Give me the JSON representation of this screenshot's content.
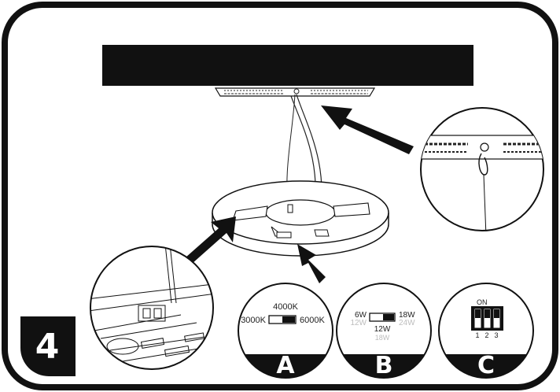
{
  "step": {
    "number": "4"
  },
  "panel_a": {
    "letter": "A",
    "top": "4000K",
    "left": "3000K",
    "right": "6000K",
    "colors": {
      "active": "#222222",
      "muted": "#bdbdbd"
    }
  },
  "panel_b": {
    "letter": "B",
    "left_top": "6W",
    "left_bottom": "12W",
    "right_top": "18W",
    "right_bottom": "24W",
    "center_bottom": "12W",
    "center_faded": "18W"
  },
  "panel_c": {
    "letter": "C",
    "on_label": "ON",
    "switch_numbers": [
      "1",
      "2",
      "3"
    ]
  }
}
